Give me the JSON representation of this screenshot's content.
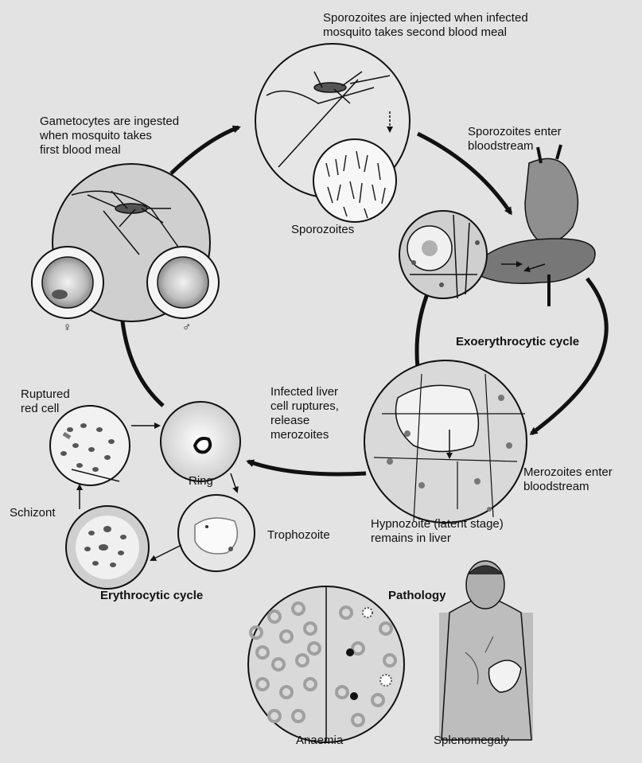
{
  "labels": {
    "sporozoites_injected": "Sporozoites are injected when infected\nmosquito takes second blood meal",
    "gametocytes_ingested": "Gametocytes are ingested\nwhen mosquito takes\nfirst blood meal",
    "sporozoites_enter": "Sporozoites enter\nbloodstream",
    "sporozoites": "Sporozoites",
    "female_symbol": "♀",
    "male_symbol": "♂",
    "exoerythrocytic_cycle": "Exoerythrocytic cycle",
    "infected_liver": "Infected liver\ncell ruptures,\nrelease\nmerozoites",
    "ruptured_red_cell": "Ruptured\nred cell",
    "ring": "Ring",
    "merozoites_enter": "Merozoites enter\nbloodstream",
    "schizont": "Schizont",
    "trophozoite": "Trophozoite",
    "hypnozoite": "Hypnozoite (latent stage)\nremains in liver",
    "erythrocytic_cycle": "Erythrocytic cycle",
    "pathology": "Pathology",
    "anaemia": "Anaemia",
    "splenomegaly": "Splenomegaly"
  },
  "colors": {
    "background": "#e3e3e3",
    "circle_fill": "#cfcfcf",
    "cell_fill": "#f4f4f4",
    "ink": "#111111"
  }
}
